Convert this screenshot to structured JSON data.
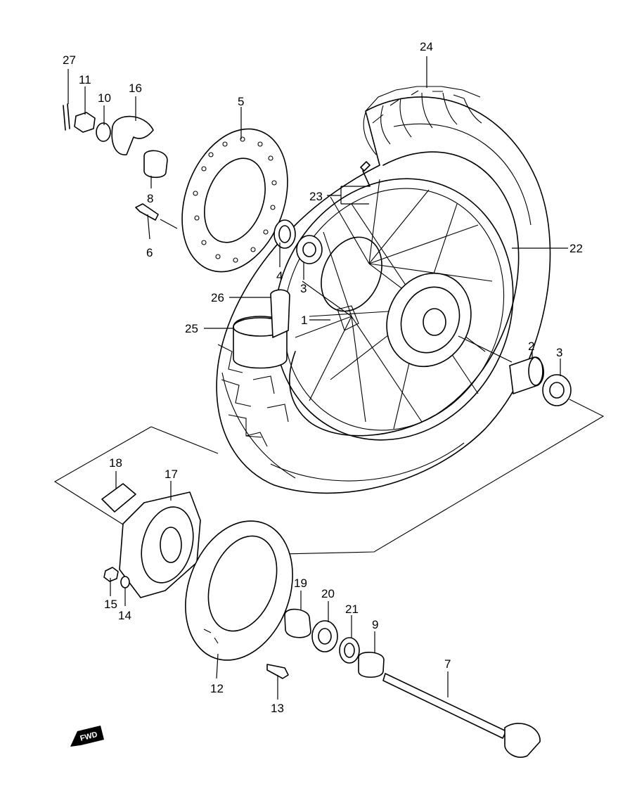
{
  "diagram": {
    "labels": [
      {
        "id": "27",
        "text": "27"
      },
      {
        "id": "11",
        "text": "11"
      },
      {
        "id": "10",
        "text": "10"
      },
      {
        "id": "16",
        "text": "16"
      },
      {
        "id": "5",
        "text": "5"
      },
      {
        "id": "24",
        "text": "24"
      },
      {
        "id": "8",
        "text": "8"
      },
      {
        "id": "6",
        "text": "6"
      },
      {
        "id": "23",
        "text": "23"
      },
      {
        "id": "4",
        "text": "4"
      },
      {
        "id": "3a",
        "text": "3"
      },
      {
        "id": "22",
        "text": "22"
      },
      {
        "id": "26",
        "text": "26"
      },
      {
        "id": "1",
        "text": "1"
      },
      {
        "id": "25",
        "text": "25"
      },
      {
        "id": "2",
        "text": "2"
      },
      {
        "id": "3b",
        "text": "3"
      },
      {
        "id": "18",
        "text": "18"
      },
      {
        "id": "17",
        "text": "17"
      },
      {
        "id": "15",
        "text": "15"
      },
      {
        "id": "14",
        "text": "14"
      },
      {
        "id": "19",
        "text": "19"
      },
      {
        "id": "20",
        "text": "20"
      },
      {
        "id": "21",
        "text": "21"
      },
      {
        "id": "9",
        "text": "9"
      },
      {
        "id": "7",
        "text": "7"
      },
      {
        "id": "12",
        "text": "12"
      },
      {
        "id": "13",
        "text": "13"
      }
    ],
    "fwd_badge": "FWD"
  }
}
